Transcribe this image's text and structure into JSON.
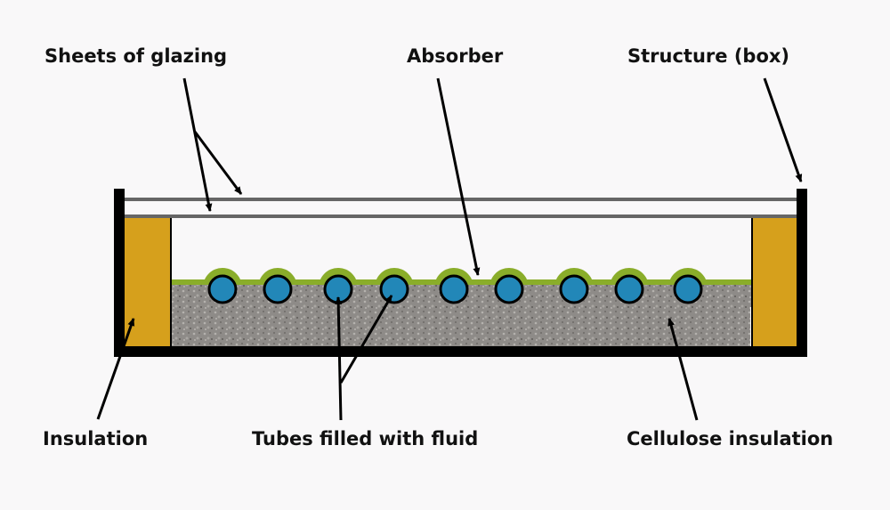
{
  "title": "Flat plate solar collector cross-section",
  "labels": {
    "glazing": "Sheets of glazing",
    "absorber": "Absorber",
    "structure": "Structure (box)",
    "insulation": "Insulation",
    "tubes": "Tubes filled with fluid",
    "cellulose": "Cellulose insulation"
  },
  "components": {
    "tube_count": 9,
    "glazing_sheet_count": 2
  },
  "colors": {
    "background": "#f9f8f9",
    "box": "#000000",
    "glazing": "#666666",
    "insulation": "#d6a01c",
    "absorber": "#8aad2a",
    "tube": "#2287b8",
    "cellulose": "#8e8b88"
  }
}
